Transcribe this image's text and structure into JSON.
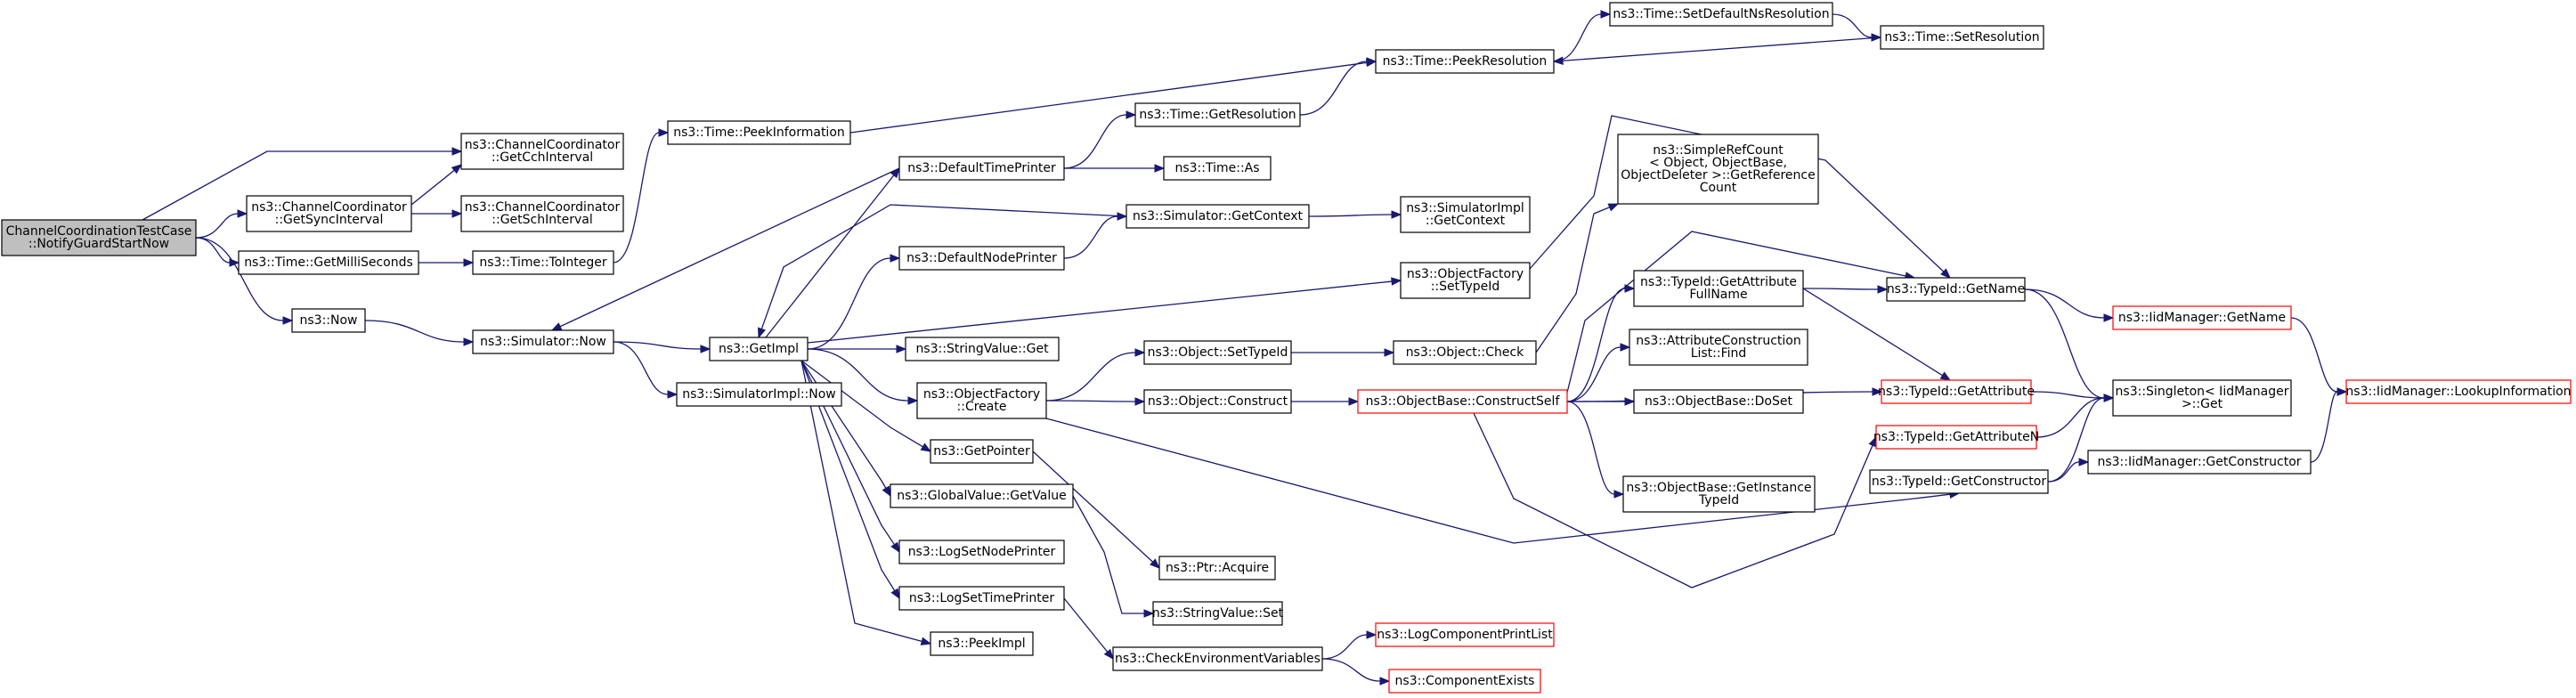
{
  "colors": {
    "edge": "#191970",
    "root_fill": "#bfbfbf",
    "missing_border": "#ff0000",
    "border": "#000000"
  },
  "nodes": [
    {
      "id": "root",
      "lines": [
        "ChannelCoordinationTestCase",
        "::NotifyGuardStartNow"
      ],
      "style": "root"
    },
    {
      "id": "cch",
      "lines": [
        "ns3::ChannelCoordinator",
        "::GetCchInterval"
      ]
    },
    {
      "id": "sync",
      "lines": [
        "ns3::ChannelCoordinator",
        "::GetSyncInterval"
      ]
    },
    {
      "id": "sch",
      "lines": [
        "ns3::ChannelCoordinator",
        "::GetSchInterval"
      ]
    },
    {
      "id": "millis",
      "lines": [
        "ns3::Time::GetMilliSeconds"
      ]
    },
    {
      "id": "toint",
      "lines": [
        "ns3::Time::ToInteger"
      ]
    },
    {
      "id": "now",
      "lines": [
        "ns3::Now"
      ]
    },
    {
      "id": "simnow",
      "lines": [
        "ns3::Simulator::Now"
      ]
    },
    {
      "id": "peekinfo",
      "lines": [
        "ns3::Time::PeekInformation"
      ]
    },
    {
      "id": "getimpl",
      "lines": [
        "ns3::GetImpl"
      ]
    },
    {
      "id": "simimplnow",
      "lines": [
        "ns3::SimulatorImpl::Now"
      ]
    },
    {
      "id": "deftp",
      "lines": [
        "ns3::DefaultTimePrinter"
      ]
    },
    {
      "id": "defnp",
      "lines": [
        "ns3::DefaultNodePrinter"
      ]
    },
    {
      "id": "strget",
      "lines": [
        "ns3::StringValue::Get"
      ]
    },
    {
      "id": "ofcreate",
      "lines": [
        "ns3::ObjectFactory",
        "::Create"
      ]
    },
    {
      "id": "getptr",
      "lines": [
        "ns3::GetPointer"
      ]
    },
    {
      "id": "gvget",
      "lines": [
        "ns3::GlobalValue::GetValue"
      ]
    },
    {
      "id": "lsnp",
      "lines": [
        "ns3::LogSetNodePrinter"
      ]
    },
    {
      "id": "lstp",
      "lines": [
        "ns3::LogSetTimePrinter"
      ]
    },
    {
      "id": "peekimpl",
      "lines": [
        "ns3::PeekImpl"
      ]
    },
    {
      "id": "getres",
      "lines": [
        "ns3::Time::GetResolution"
      ]
    },
    {
      "id": "timeas",
      "lines": [
        "ns3::Time::As"
      ]
    },
    {
      "id": "simctx",
      "lines": [
        "ns3::Simulator::GetContext"
      ]
    },
    {
      "id": "setti",
      "lines": [
        "ns3::Object::SetTypeId"
      ]
    },
    {
      "id": "objcons",
      "lines": [
        "ns3::Object::Construct"
      ]
    },
    {
      "id": "ptracq",
      "lines": [
        "ns3::Ptr::Acquire"
      ]
    },
    {
      "id": "strset",
      "lines": [
        "ns3::StringValue::Set"
      ]
    },
    {
      "id": "cev",
      "lines": [
        "ns3::CheckEnvironmentVariables"
      ]
    },
    {
      "id": "peekres",
      "lines": [
        "ns3::Time::PeekResolution"
      ]
    },
    {
      "id": "setdef",
      "lines": [
        "ns3::Time::SetDefaultNsResolution"
      ]
    },
    {
      "id": "setres",
      "lines": [
        "ns3::Time::SetResolution"
      ]
    },
    {
      "id": "simimplctx",
      "lines": [
        "ns3::SimulatorImpl",
        "::GetContext"
      ]
    },
    {
      "id": "ofsetti",
      "lines": [
        "ns3::ObjectFactory",
        "::SetTypeId"
      ]
    },
    {
      "id": "objcheck",
      "lines": [
        "ns3::Object::Check"
      ]
    },
    {
      "id": "srcount",
      "lines": [
        "ns3::SimpleRefCount",
        "< Object, ObjectBase,",
        "ObjectDeleter >::GetReference",
        "Count"
      ]
    },
    {
      "id": "obcs",
      "lines": [
        "ns3::ObjectBase::ConstructSelf"
      ],
      "style": "red"
    },
    {
      "id": "lcpl",
      "lines": [
        "ns3::LogComponentPrintList"
      ],
      "style": "red"
    },
    {
      "id": "compex",
      "lines": [
        "ns3::ComponentExists"
      ],
      "style": "red"
    },
    {
      "id": "gafn",
      "lines": [
        "ns3::TypeId::GetAttribute",
        "FullName"
      ]
    },
    {
      "id": "aclf",
      "lines": [
        "ns3::AttributeConstruction",
        "List::Find"
      ]
    },
    {
      "id": "dosget",
      "lines": [
        "ns3::ObjectBase::DoSet"
      ]
    },
    {
      "id": "obgit",
      "lines": [
        "ns3::ObjectBase::GetInstance",
        "TypeId"
      ]
    },
    {
      "id": "tigetname",
      "lines": [
        "ns3::TypeId::GetName"
      ]
    },
    {
      "id": "tigetattr",
      "lines": [
        "ns3::TypeId::GetAttribute"
      ],
      "style": "red"
    },
    {
      "id": "tigetattrn",
      "lines": [
        "ns3::TypeId::GetAttributeN"
      ],
      "style": "red"
    },
    {
      "id": "tigetcons",
      "lines": [
        "ns3::TypeId::GetConstructor"
      ]
    },
    {
      "id": "iidgetname",
      "lines": [
        "ns3::IidManager::GetName"
      ],
      "style": "red"
    },
    {
      "id": "singleton",
      "lines": [
        "ns3::Singleton< IidManager",
        ">::Get"
      ]
    },
    {
      "id": "iidgetcons",
      "lines": [
        "ns3::IidManager::GetConstructor"
      ]
    },
    {
      "id": "iidlookup",
      "lines": [
        "ns3::IidManager::LookupInformation"
      ],
      "style": "red"
    }
  ],
  "edges": [
    [
      "root",
      "cch"
    ],
    [
      "root",
      "sync"
    ],
    [
      "root",
      "millis"
    ],
    [
      "root",
      "now"
    ],
    [
      "sync",
      "cch"
    ],
    [
      "sync",
      "sch"
    ],
    [
      "millis",
      "toint"
    ],
    [
      "toint",
      "peekinfo"
    ],
    [
      "now",
      "simnow"
    ],
    [
      "peekinfo",
      "peekres"
    ],
    [
      "simnow",
      "getimpl"
    ],
    [
      "simnow",
      "simimplnow"
    ],
    [
      "getimpl",
      "deftp"
    ],
    [
      "getimpl",
      "defnp"
    ],
    [
      "getimpl",
      "strget"
    ],
    [
      "getimpl",
      "ofcreate"
    ],
    [
      "getimpl",
      "getptr"
    ],
    [
      "getimpl",
      "gvget"
    ],
    [
      "getimpl",
      "lsnp"
    ],
    [
      "getimpl",
      "lstp"
    ],
    [
      "getimpl",
      "peekimpl"
    ],
    [
      "getimpl",
      "ofsetti"
    ],
    [
      "deftp",
      "getres"
    ],
    [
      "deftp",
      "timeas"
    ],
    [
      "deftp",
      "simnow"
    ],
    [
      "defnp",
      "simctx"
    ],
    [
      "simctx",
      "getimpl"
    ],
    [
      "simctx",
      "simimplctx"
    ],
    [
      "getres",
      "peekres"
    ],
    [
      "peekres",
      "setdef"
    ],
    [
      "setdef",
      "setres"
    ],
    [
      "setres",
      "peekres"
    ],
    [
      "ofcreate",
      "setti"
    ],
    [
      "ofcreate",
      "objcons"
    ],
    [
      "ofcreate",
      "tigetcons"
    ],
    [
      "setti",
      "objcheck"
    ],
    [
      "objcheck",
      "srcount"
    ],
    [
      "objcons",
      "obcs"
    ],
    [
      "getptr",
      "ptracq"
    ],
    [
      "gvget",
      "strset"
    ],
    [
      "lstp",
      "cev"
    ],
    [
      "cev",
      "lcpl"
    ],
    [
      "cev",
      "compex"
    ],
    [
      "ofsetti",
      "tigetname"
    ],
    [
      "obcs",
      "gafn"
    ],
    [
      "obcs",
      "aclf"
    ],
    [
      "obcs",
      "dosget"
    ],
    [
      "obcs",
      "obgit"
    ],
    [
      "obcs",
      "tigetname"
    ],
    [
      "obcs",
      "tigetattr"
    ],
    [
      "obcs",
      "tigetattrn"
    ],
    [
      "gafn",
      "tigetname"
    ],
    [
      "gafn",
      "tigetattr"
    ],
    [
      "tigetname",
      "iidgetname"
    ],
    [
      "tigetname",
      "singleton"
    ],
    [
      "tigetattr",
      "singleton"
    ],
    [
      "tigetattrn",
      "singleton"
    ],
    [
      "tigetcons",
      "singleton"
    ],
    [
      "tigetcons",
      "iidgetcons"
    ],
    [
      "iidgetname",
      "iidlookup"
    ],
    [
      "iidgetcons",
      "iidlookup"
    ]
  ]
}
